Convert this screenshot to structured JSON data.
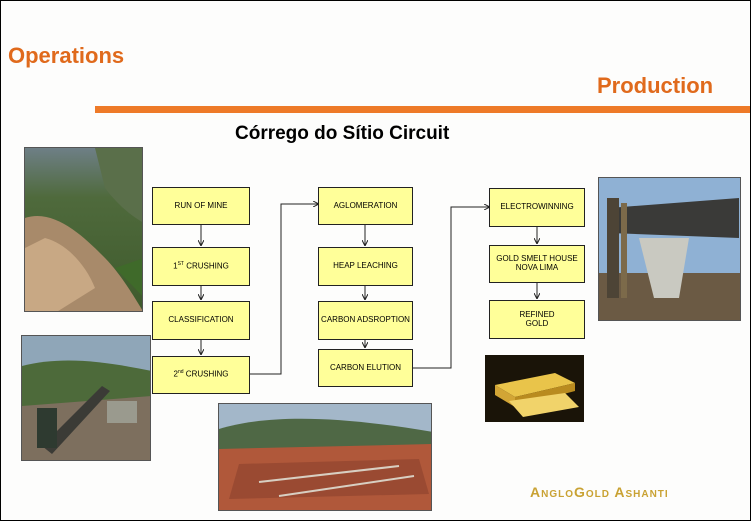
{
  "header": {
    "left_title": "Operations",
    "right_title": "Production"
  },
  "diagram": {
    "title": "Córrego do Sítio Circuit",
    "nodes": {
      "run_of_mine": "RUN OF MINE",
      "crushing1": "1ST CRUSHING",
      "classification": "CLASSIFICATION",
      "crushing2": "2nd CRUSHING",
      "aglomeration": "AGLOMERATION",
      "heap_leaching": "HEAP LEACHING",
      "carbon_adsorption": "CARBON ADSROPTION",
      "carbon_elution": "CARBON ELUTION",
      "electrowinning": "ELECTROWINNING",
      "smelt_house": "GOLD SMELT HOUSE NOVA LIMA",
      "refined_gold": "REFINED GOLD"
    }
  },
  "footer": {
    "logo": "AngloGold Ashanti"
  }
}
